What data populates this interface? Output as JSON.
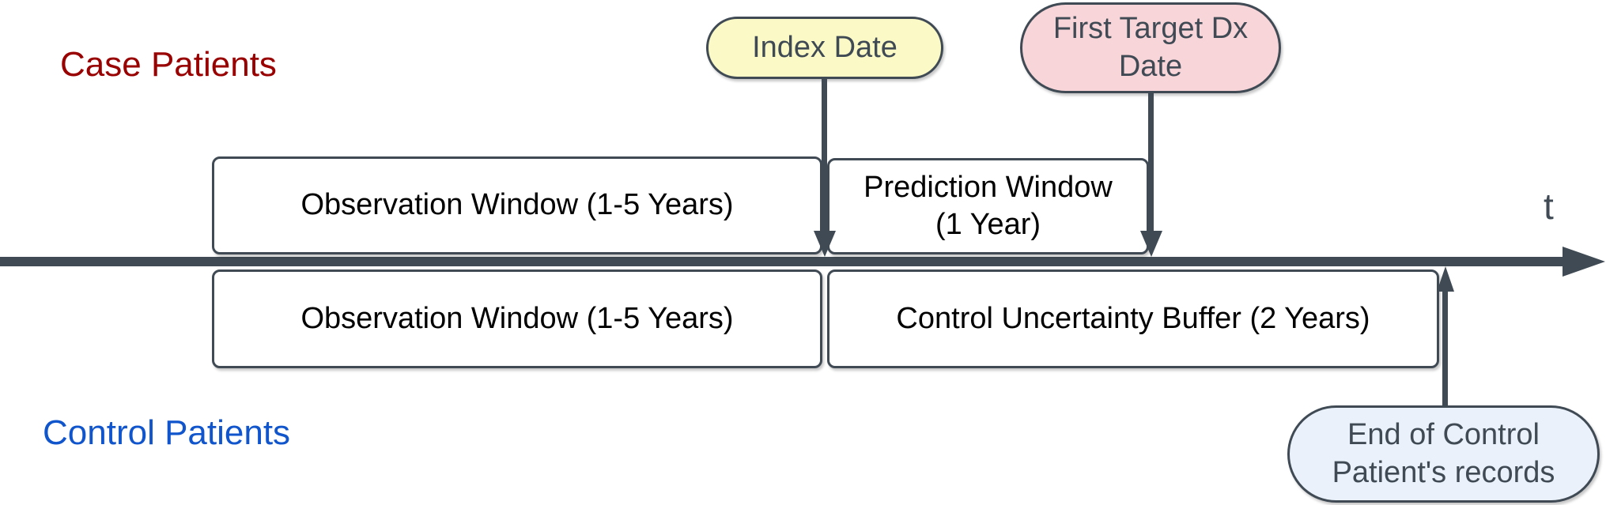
{
  "colors": {
    "stroke": "#3F4A54",
    "case": "#990000",
    "control": "#1155CC",
    "yellow": "#FBFAC6",
    "pink": "#F8D5D8",
    "lightblue": "#EAF1FA",
    "box_fill": "#FFFFFF",
    "box_text": "#000000"
  },
  "labels": {
    "case_patients": "Case Patients",
    "control_patients": "Control Patients",
    "time_axis": "t"
  },
  "markers": {
    "index_date": {
      "label": "Index Date"
    },
    "first_target_dx": {
      "line1": "First Target Dx",
      "line2": "Date"
    },
    "end_of_records": {
      "line1": "End of Control",
      "line2": "Patient's records"
    }
  },
  "windows": {
    "case_observation": "Observation Window (1-5 Years)",
    "prediction": {
      "line1": "Prediction Window",
      "line2": "(1 Year)"
    },
    "control_observation": "Observation Window (1-5 Years)",
    "control_buffer": "Control Uncertainty Buffer (2 Years)"
  }
}
